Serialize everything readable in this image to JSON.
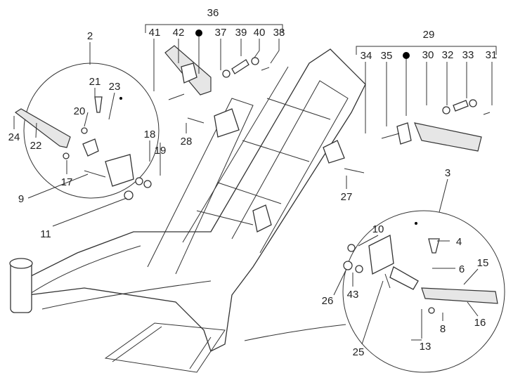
{
  "callouts": {
    "c36": "36",
    "c2": "2",
    "c41": "41",
    "c42": "42",
    "c37": "37",
    "c39": "39",
    "c40": "40",
    "c38": "38",
    "c29": "29",
    "c34": "34",
    "c35": "35",
    "c30": "30",
    "c32": "32",
    "c33": "33",
    "c31": "31",
    "c21": "21",
    "c23": "23",
    "c20": "20",
    "c24": "24",
    "c22": "22",
    "c17": "17",
    "c18": "18",
    "c19": "19",
    "c28": "28",
    "c9": "9",
    "c11": "11",
    "c27": "27",
    "c3": "3",
    "c10": "10",
    "c4": "4",
    "c6": "6",
    "c15": "15",
    "c26": "26",
    "c43": "43",
    "c8": "8",
    "c16": "16",
    "c25": "25",
    "c13": "13"
  },
  "markers": {
    "dot_symbol": "filled-circle"
  }
}
